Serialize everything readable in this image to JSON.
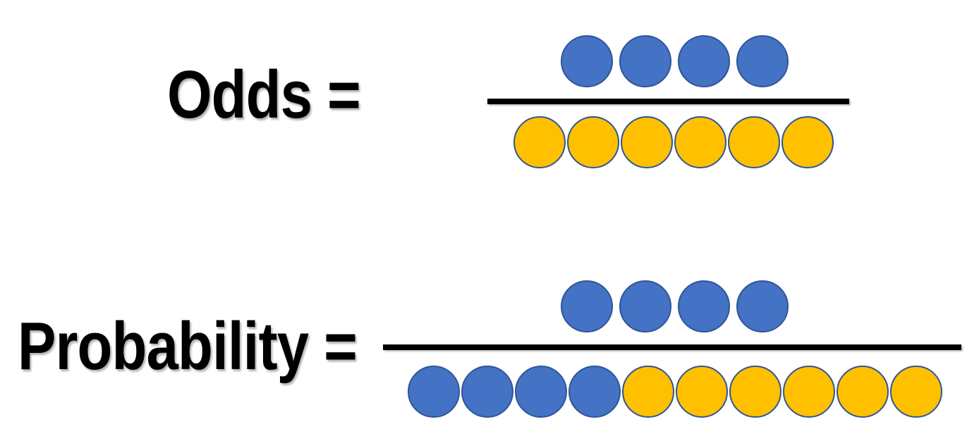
{
  "page": {
    "background": "#FFFFFF",
    "description": "Odds versus Probability illustrated as fractions of colored circles"
  },
  "colors": {
    "blue_fill": "#4472C4",
    "blue_border": "#2F5597",
    "yellow_fill": "#FFC000",
    "yellow_border": "#2F5597",
    "line": "#000000",
    "text": "#000000",
    "background": "#FFFFFF"
  },
  "formulas": [
    {
      "name": "odds",
      "label": "Odds =",
      "numerator_count": 4,
      "denominator_count": 6,
      "circles": {
        "numerator": [
          "blue",
          "blue",
          "blue",
          "blue"
        ],
        "denominator": [
          "yellow",
          "yellow",
          "yellow",
          "yellow",
          "yellow",
          "yellow"
        ]
      }
    },
    {
      "name": "probability",
      "label": "Probability =",
      "numerator_count": 4,
      "denominator_count": 10,
      "circles": {
        "numerator": [
          "blue",
          "blue",
          "blue",
          "blue"
        ],
        "denominator": [
          "blue",
          "blue",
          "blue",
          "blue",
          "yellow",
          "yellow",
          "yellow",
          "yellow",
          "yellow",
          "yellow"
        ]
      }
    }
  ]
}
